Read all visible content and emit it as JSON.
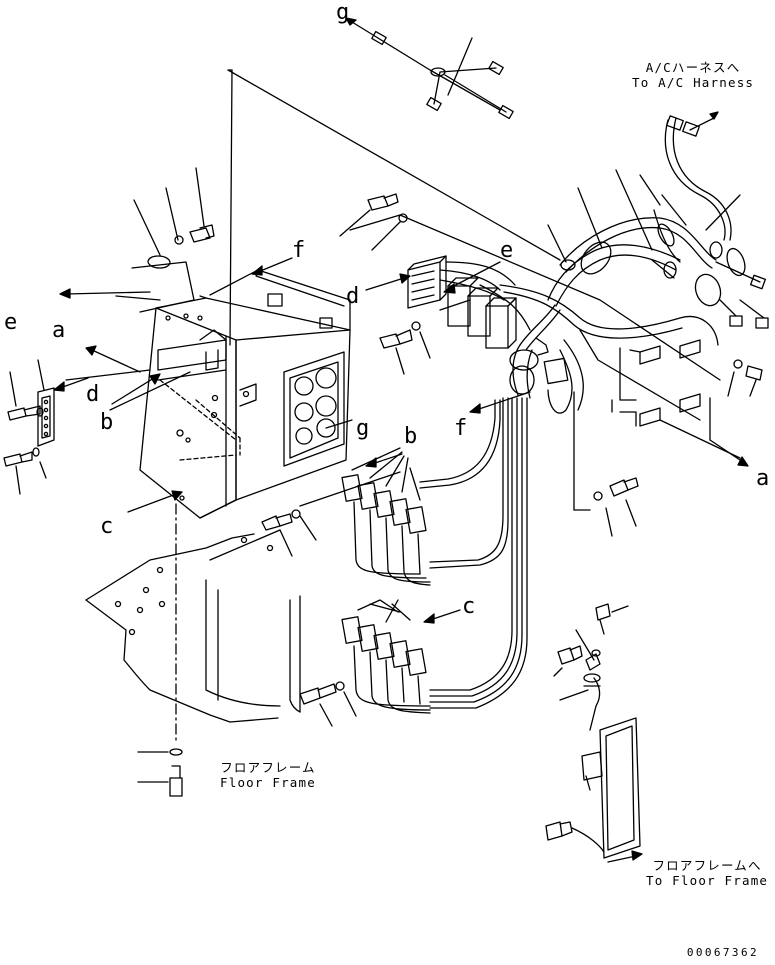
{
  "diagram": {
    "reference_letters": {
      "a_left": "a",
      "a_right": "a",
      "b_left": "b",
      "b_right": "b",
      "c_left": "c",
      "c_right": "c",
      "d_left": "d",
      "d_right": "d",
      "e_left": "e",
      "e_right": "e",
      "f_top": "f",
      "f_mid": "f",
      "g_top": "g",
      "g_mid": "g"
    },
    "notes": {
      "ac_harness_jp": "A/Cハーネスへ",
      "ac_harness_en": "To A/C Harness",
      "floor_frame_jp": "フロアフレーム",
      "floor_frame_en": "Floor Frame",
      "to_floor_frame_jp": "フロアフレームへ",
      "to_floor_frame_en": "To Floor Frame"
    },
    "drawing_code": "00067362"
  }
}
